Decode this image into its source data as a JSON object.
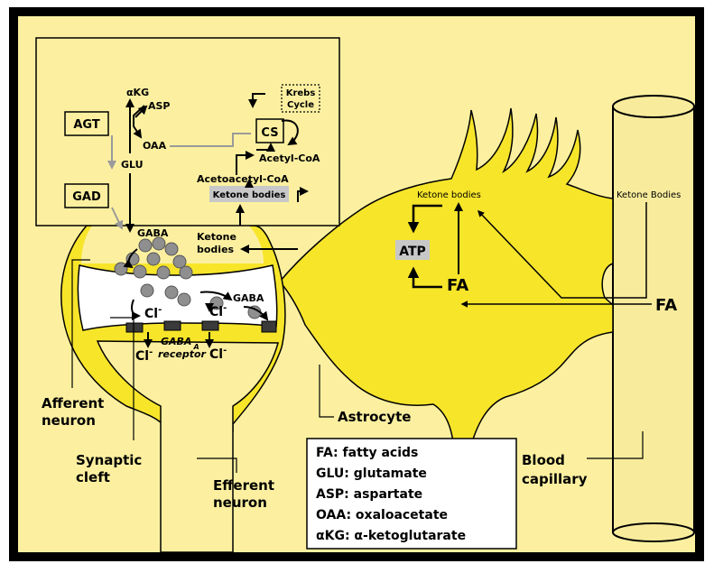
{
  "colors": {
    "panel": "#FCF0A0",
    "cell": "#F7E52A",
    "capillary": "#F8EC9C",
    "cleft": "#FFFFFF",
    "vesicle": "#8F8F8F",
    "highlight": "#C8C8C8",
    "border": "#000000"
  },
  "neuron_box": {
    "agt": "AGT",
    "gad": "GAD",
    "akg": "αKG",
    "asp": "ASP",
    "oaa": "OAA",
    "glu": "GLU",
    "cs": "CS",
    "krebs_line1": "Krebs",
    "krebs_line2": "Cycle",
    "acetyl_coa": "Acetyl-CoA",
    "acetoacetyl_coa": "Acetoacetyl-CoA",
    "ketone_bodies_box": "Ketone bodies"
  },
  "synapse": {
    "gaba_top": "GABA",
    "ketone_line1": "Ketone",
    "ketone_line2": "bodies",
    "gaba_right": "GABA",
    "cl_left": "Cl",
    "cl_mid": "Cl",
    "cl_bottom_left": "Cl",
    "cl_bottom_mid": "Cl",
    "charge": "-",
    "receptor_line1": "GABA",
    "receptor_sub": "A",
    "receptor_line2": "receptor"
  },
  "astrocyte": {
    "ketone_bodies": "Ketone bodies",
    "atp": "ATP",
    "fa": "FA"
  },
  "capillary": {
    "ketone_bodies": "Ketone Bodies",
    "fa": "FA"
  },
  "labels": {
    "afferent_line1": "Afferent",
    "afferent_line2": "neuron",
    "synaptic_line1": "Synaptic",
    "synaptic_line2": "cleft",
    "efferent_line1": "Efferent",
    "efferent_line2": "neuron",
    "astrocyte": "Astrocyte",
    "blood_line1": "Blood",
    "blood_line2": "capillary"
  },
  "legend": [
    "FA: fatty acids",
    "GLU: glutamate",
    "ASP: aspartate",
    "OAA: oxaloacetate",
    "αKG: α-ketoglutarate"
  ]
}
